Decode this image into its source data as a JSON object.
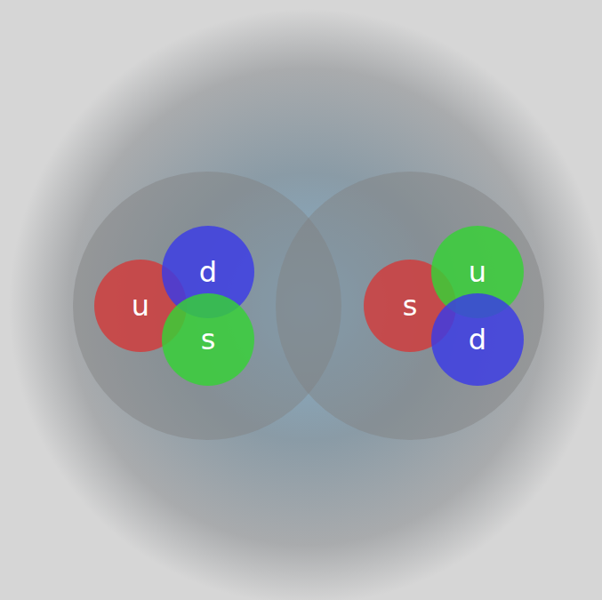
{
  "diagram": {
    "nodes": [
      {
        "text": [
          "u"
        ]
      },
      {
        "text": [
          "d"
        ]
      },
      {
        "text": [
          "s"
        ]
      },
      {
        "text": [
          "s"
        ]
      },
      {
        "text": [
          "u"
        ]
      },
      {
        "text": [
          "d"
        ]
      }
    ]
  }
}
